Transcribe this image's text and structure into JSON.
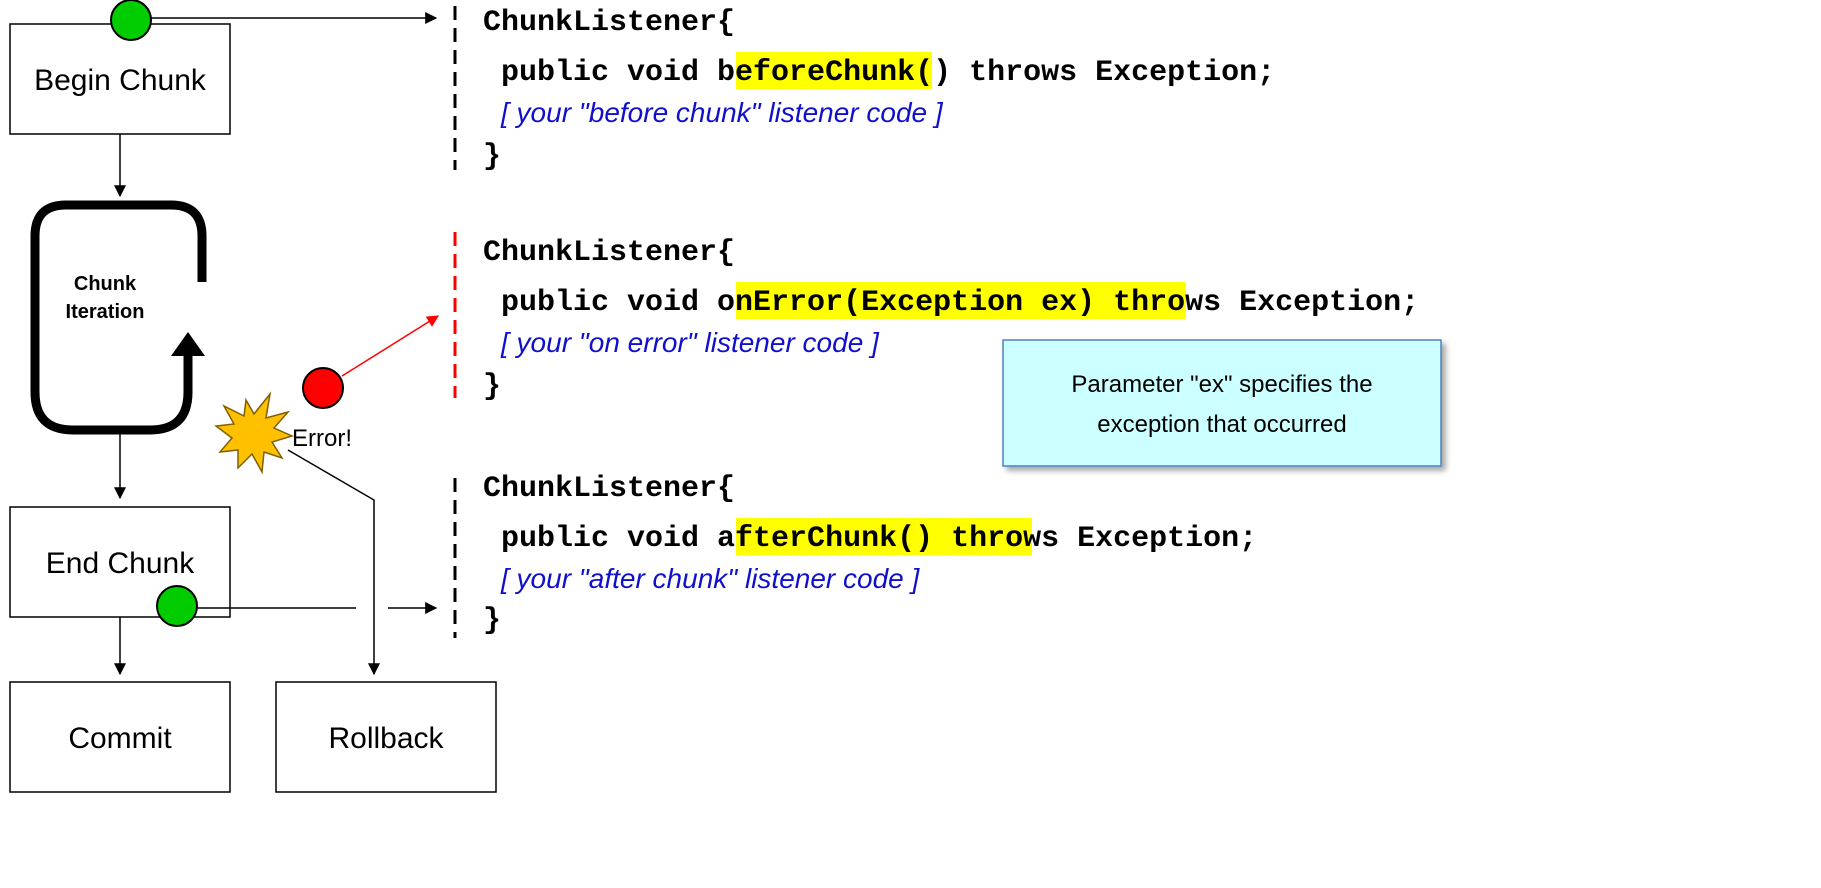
{
  "flow": {
    "begin": "Begin Chunk",
    "loop": [
      "Chunk",
      "Iteration"
    ],
    "error": "Error!",
    "end": "End Chunk",
    "commit": "Commit",
    "rollback": "Rollback"
  },
  "listeners": [
    {
      "open": "ChunkListener{",
      "prefix": "public void ",
      "method": "beforeChunk()",
      "suffix": " throws Exception;",
      "comment": "[ your \"before chunk\" listener code ]",
      "close": "}",
      "bar_color": "#000000"
    },
    {
      "open": "ChunkListener{",
      "prefix": "public void ",
      "method": "onError(Exception ex)",
      "suffix": " throws Exception;",
      "comment": "[ your \"on error\" listener code ]",
      "close": "}",
      "bar_color": "#ff0000"
    },
    {
      "open": "ChunkListener{",
      "prefix": "public void ",
      "method": "afterChunk()",
      "suffix": " throws Exception;",
      "comment": "[ your \"after chunk\" listener code ]",
      "close": "}",
      "bar_color": "#000000"
    }
  ],
  "callout": {
    "lines": [
      "Parameter \"ex\" specifies the",
      "exception that occurred"
    ]
  },
  "colors": {
    "highlight": "#ffff00",
    "event_ok": "#00cc00",
    "event_error": "#ff0000",
    "comment": "#1010cc",
    "callout_fill": "#ccffff",
    "callout_border": "#4f81bd",
    "burst": "#ffc000"
  }
}
